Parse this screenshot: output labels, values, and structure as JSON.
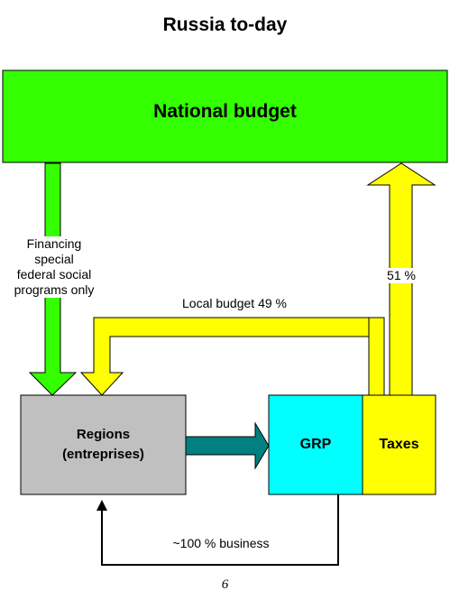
{
  "title": "Russia to-day",
  "boxes": {
    "national_budget": "National budget",
    "regions": "Regions\n(entreprises)",
    "grp": "GRP",
    "taxes": "Taxes"
  },
  "flows": {
    "financing": "Financing\nspecial\nfederal social\nprograms only",
    "local_budget": "Local budget 49 %",
    "tax_share": "51 %",
    "business": "~100 % business"
  },
  "colors": {
    "national_budget": "#33ff00",
    "regions": "#c0c0c0",
    "grp": "#00ffff",
    "taxes": "#ffff00",
    "financing_arrow": "#33ff00",
    "yellow_arrows": "#ffff00",
    "regions_to_grp_arrow": "#008080"
  },
  "page_number": "6"
}
